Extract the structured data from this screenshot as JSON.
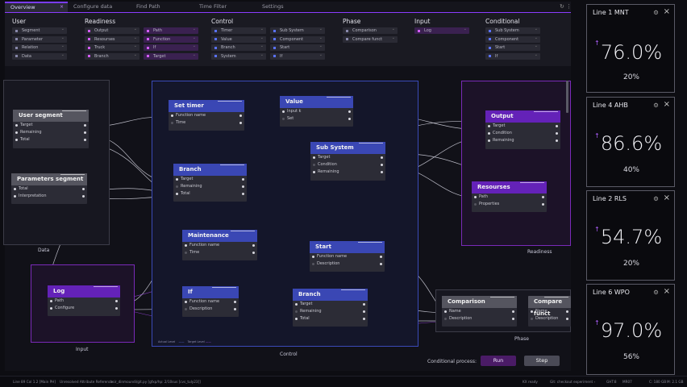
{
  "tabs": [
    {
      "label": "Overview",
      "active": true
    },
    {
      "label": "Configure data"
    },
    {
      "label": "Find Path"
    },
    {
      "label": "Time Filter"
    },
    {
      "label": "Settings"
    }
  ],
  "tab_close": "×",
  "palette": {
    "user": {
      "title": "User",
      "items": [
        "Segment",
        "Parameter",
        "Relation",
        "Data"
      ]
    },
    "readiness": {
      "title": "Readiness",
      "col1": [
        "Output",
        "Resourses",
        "Truck",
        "Branch"
      ],
      "col2": [
        "Path",
        "Function",
        "If",
        "Target"
      ]
    },
    "control": {
      "title": "Control",
      "col1": [
        "Timer",
        "Value",
        "Branch",
        "System"
      ],
      "col2": [
        "Sub System",
        "Component",
        "Start",
        "If"
      ]
    },
    "phase": {
      "title": "Phase",
      "items": [
        "Comparison",
        "Compare funct"
      ]
    },
    "input": {
      "title": "Input",
      "items": [
        "Log"
      ]
    },
    "conditional": {
      "title": "Conditional",
      "items": [
        "Sub System",
        "Component",
        "Start",
        "If"
      ]
    }
  },
  "frames": {
    "data": "Data",
    "input": "Input",
    "control": "Control",
    "readiness": "Readiness",
    "phase": "Phase"
  },
  "nodes": {
    "user_segment": {
      "title": "User segment",
      "rows": [
        "Target",
        "Remaining",
        "Total"
      ]
    },
    "parameters_segment": {
      "title": "Parameters segment",
      "rows": [
        "Total",
        "Interpretation"
      ]
    },
    "log": {
      "title": "Log",
      "rows": [
        "Path",
        "Configure"
      ]
    },
    "set_timer": {
      "title": "Set timer",
      "rows": [
        "Function name",
        "Time"
      ]
    },
    "value": {
      "title": "Value",
      "rows": [
        "Input k",
        "Set"
      ]
    },
    "branch1": {
      "title": "Branch",
      "rows": [
        "Target",
        "Remaining",
        "Total"
      ]
    },
    "sub_system": {
      "title": "Sub System",
      "rows": [
        "Target",
        "Condition",
        "Remaining"
      ]
    },
    "maintenance": {
      "title": "Maintenance",
      "rows": [
        "Function name",
        "Time"
      ]
    },
    "start": {
      "title": "Start",
      "rows": [
        "Function name",
        "Description"
      ]
    },
    "if": {
      "title": "If",
      "rows": [
        "Function name",
        "Description"
      ]
    },
    "branch2": {
      "title": "Branch",
      "rows": [
        "Target",
        "Remaining",
        "Total"
      ]
    },
    "output": {
      "title": "Output",
      "rows": [
        "Target",
        "Condition",
        "Remaining"
      ]
    },
    "resourses": {
      "title": "Resourses",
      "rows": [
        "Path",
        "Properties"
      ]
    },
    "comparison": {
      "title": "Comparison",
      "rows": [
        "Name",
        "Description"
      ]
    },
    "compare_funct": {
      "title": "Compare funct",
      "rows": [
        "Name",
        "Description"
      ]
    }
  },
  "legend": {
    "a": "Actual Level",
    "b": "Target Level"
  },
  "conditional_process": {
    "label": "Conditional process:",
    "run": "Run",
    "step": "Step"
  },
  "status": {
    "left": "Line 89 Col 1.2 [Main PH]",
    "ref": "Unresolved Attribute Reference",
    "path": "ksir_dinmoundi/git.py [gfxp/hp: 2/10sus [cvs_tuly23]]",
    "ready": "KX ready",
    "branch": "Git: checkout experiment ›",
    "m1": "GHT:8",
    "m2": "MR07",
    "m3": "C: 180 GB",
    "m4": "M: 2.1 GB"
  },
  "metrics": [
    {
      "title": "Line 1 MNT",
      "value": "76.0%",
      "pct": "20%"
    },
    {
      "title": "Line 4 AHB",
      "value": "86.6%",
      "pct": "40%"
    },
    {
      "title": "Line 2 RLS",
      "value": "54.7%",
      "pct": "20%"
    },
    {
      "title": "Line 6 WPO",
      "value": "97.0%",
      "pct": "56%"
    }
  ],
  "colors": {
    "accent": "#8a3cff",
    "node_blue": "#3a47b4",
    "node_purple": "#6422b8",
    "node_grey": "#55555f"
  }
}
